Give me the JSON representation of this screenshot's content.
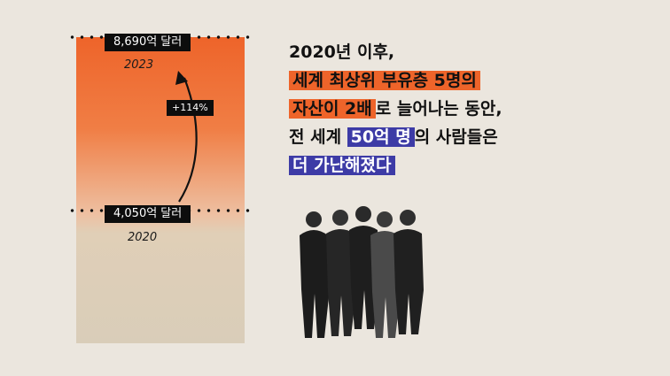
{
  "top_value": "8,690억 달러",
  "top_year": "2023",
  "bottom_value": "4,050억 달러",
  "bottom_year": "2020",
  "growth": "+114%",
  "headline": {
    "line1": "2020년 이후,",
    "line2_hl": "세계 최상위 부유층 5명의",
    "line3_hl": "자산이 2배",
    "line3_rest": "로 늘어나는 동안,",
    "line4_pre": "전 세계 ",
    "line4_hl": "50억 명",
    "line4_rest": "의 사람들은",
    "line5_hl": "더 가난해졌다"
  },
  "colors": {
    "accent_orange": "#ee642a",
    "accent_blue": "#3d3ba6"
  }
}
